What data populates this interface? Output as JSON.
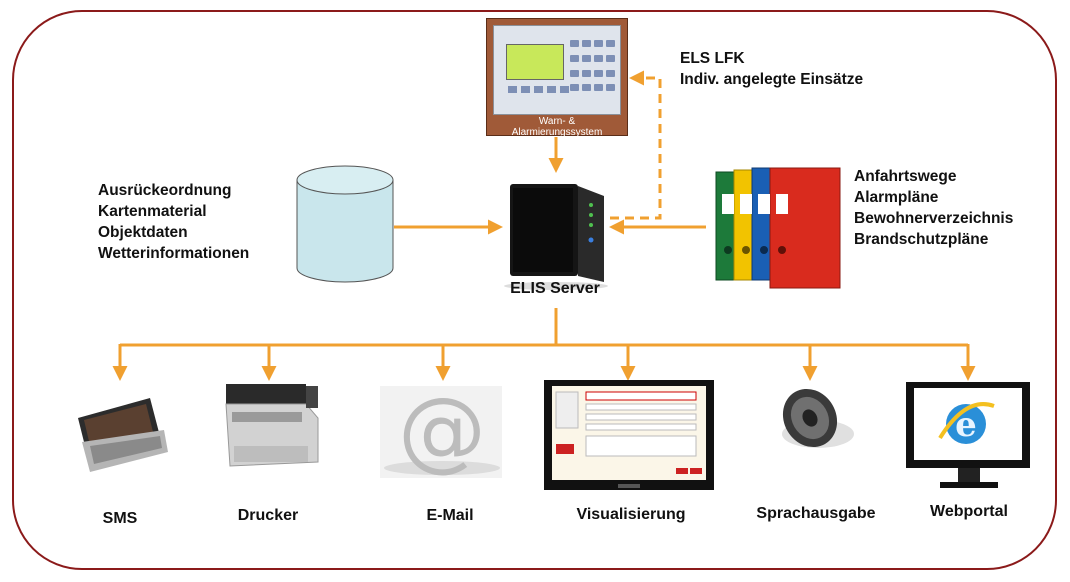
{
  "panel": {
    "caption_line1": "Warn- &",
    "caption_line2": "Alarmierungssystem"
  },
  "els": {
    "line1": "ELS LFK",
    "line2": "Indiv. angelegte Einsätze"
  },
  "db_text": [
    "Ausrückeordnung",
    "Kartenmaterial",
    "Objektdaten",
    "Wetterinformationen"
  ],
  "binder_text": [
    "Anfahrtswege",
    "Alarmpläne",
    "Bewohnerverzeichnis",
    "Brandschutzpläne"
  ],
  "server": {
    "label": "ELIS Server"
  },
  "outputs": [
    "SMS",
    "Drucker",
    "E-Mail",
    "Visualisierung",
    "Sprachausgabe",
    "Webportal"
  ],
  "colors": {
    "frame": "#8b1a1a",
    "arrow": "#f0a030",
    "cylinder": "#c9e6ec"
  }
}
